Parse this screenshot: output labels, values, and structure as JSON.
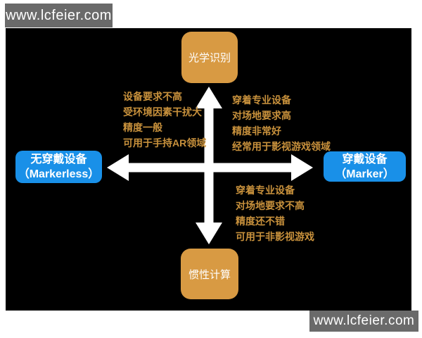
{
  "watermarks": {
    "top": "www.lcfeier.com",
    "bottom": "www.lcfeier.com"
  },
  "diagram": {
    "axis_top": {
      "label": "光学识别"
    },
    "axis_bottom": {
      "label": "惯性计算"
    },
    "axis_left": {
      "title": "无穿戴设备",
      "subtitle": "（Markerless）"
    },
    "axis_right": {
      "title": "穿戴设备",
      "subtitle": "（Marker）"
    },
    "quadrants": {
      "top_left": {
        "items": [
          "设备要求不高",
          "受环境因素干扰大",
          "精度一般",
          "可用于手持AR领域"
        ]
      },
      "top_right": {
        "items": [
          "穿着专业设备",
          "对场地要求高",
          "精度非常好",
          "经常用于影视游戏领域"
        ]
      },
      "bottom_right": {
        "items": [
          "穿着专业设备",
          "对场地要求不高",
          "精度还不错",
          "可用于非影视游戏"
        ]
      }
    }
  },
  "colors": {
    "accent_orange": "#D89A43",
    "accent_blue": "#1990E8",
    "text_gold": "#C8913C",
    "arrow_white": "#FFFFFF",
    "canvas_black": "#000000",
    "watermark_gray": "#6A6A6A"
  }
}
